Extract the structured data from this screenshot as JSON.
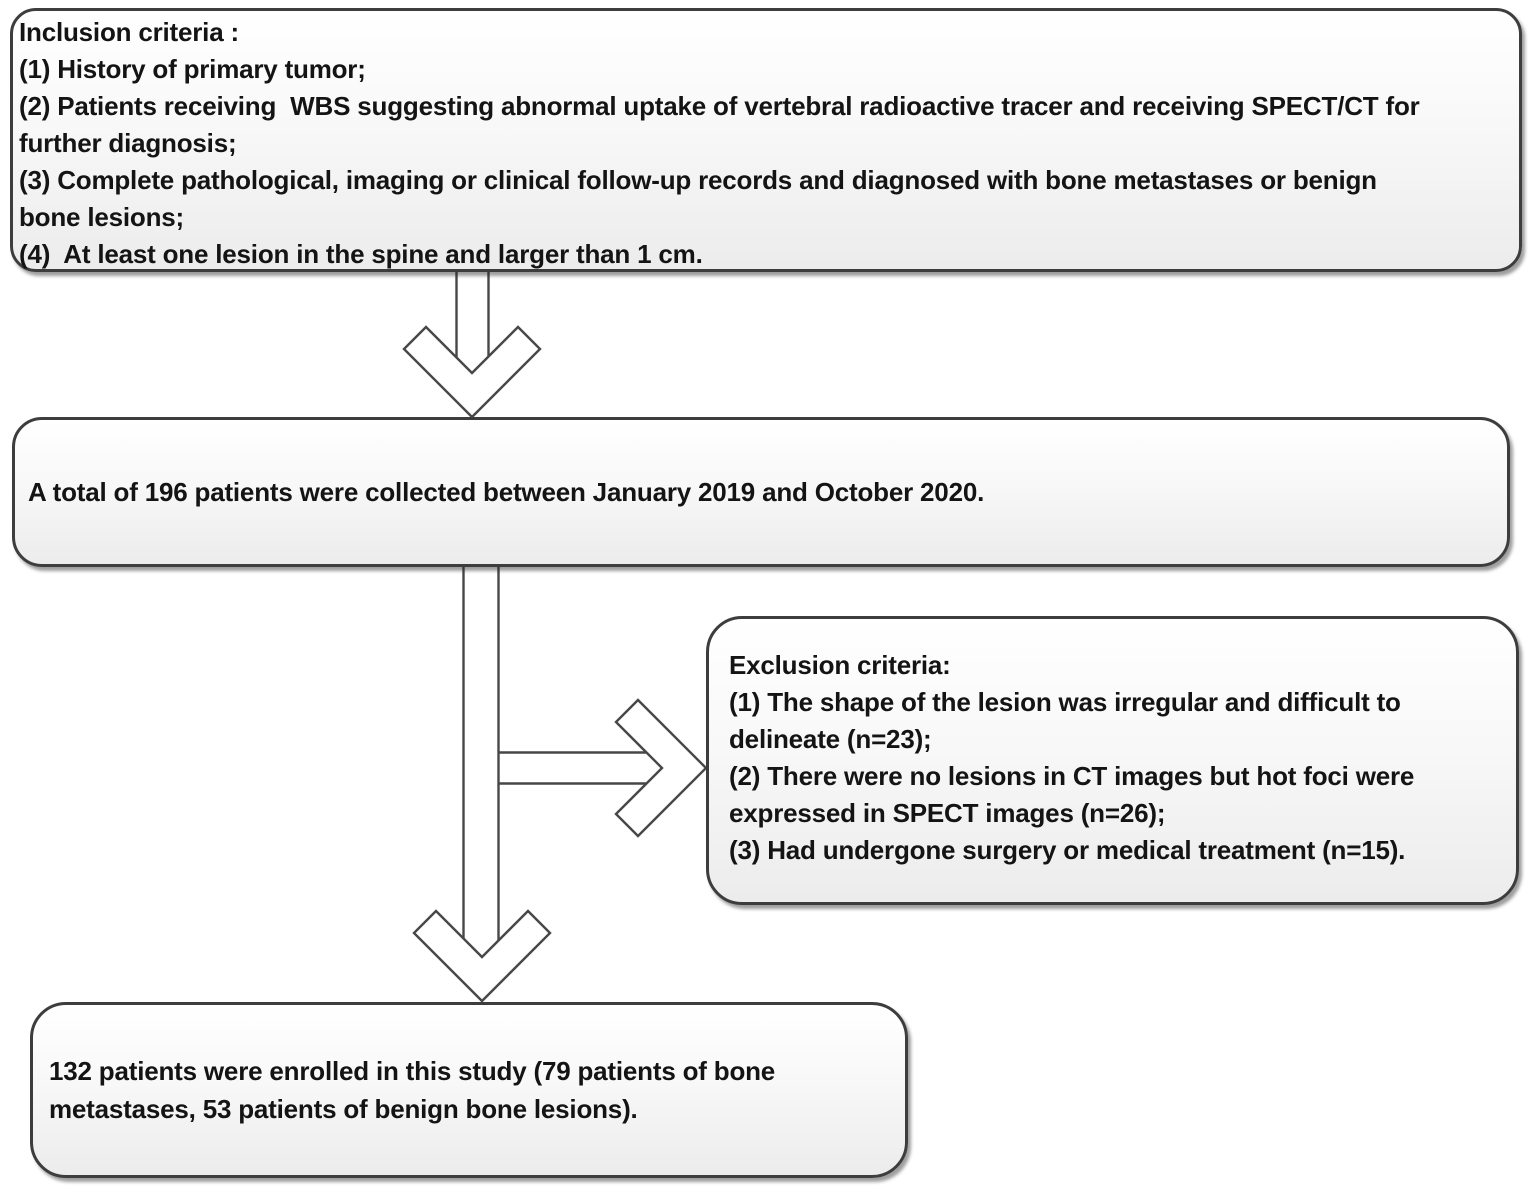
{
  "figure": {
    "kind": "patient-selection-flowchart",
    "background": "#ffffff"
  },
  "style": {
    "box_border_color": "#3d3d3d",
    "box_fill_top": "#ffffff",
    "box_fill_bottom": "#ececec",
    "arrow_color": "#474747",
    "text_color": "#141414"
  },
  "boxes": {
    "inclusion": {
      "lines": [
        "Inclusion criteria :",
        "(1) History of primary tumor;",
        "(2) Patients receiving  WBS suggesting abnormal uptake of vertebral radioactive tracer and receiving SPECT/CT for",
        "further diagnosis;",
        "(3) Complete pathological, imaging or clinical follow-up records and diagnosed with bone metastases or benign",
        "bone lesions;",
        "(4)  At least one lesion in the spine and larger than 1 cm."
      ]
    },
    "cohort": {
      "text": "A total of 196 patients were collected between January 2019 and October 2020."
    },
    "exclusion": {
      "lines": [
        "Exclusion criteria:",
        "(1) The shape of the lesion was irregular and difficult to",
        "delineate (n=23);",
        "(2) There were no lesions in CT images but hot foci were",
        "expressed in SPECT images (n=26);",
        "(3) Had undergone surgery or medical treatment (n=15)."
      ]
    },
    "enrolled": {
      "lines": [
        "132 patients were enrolled in this study (79 patients of bone",
        "metastases, 53 patients of benign bone lesions)."
      ]
    }
  },
  "numbers": {
    "total_collected_patients": 196,
    "enrolled_patients": 132,
    "bone_metastases_patients": 79,
    "benign_bone_lesion_patients": 53,
    "excluded_irregular_shape": 23,
    "excluded_no_ct_lesions": 26,
    "excluded_prior_treatment": 15
  },
  "arrows": [
    {
      "name": "arrow-inclusion-to-cohort",
      "direction": "down"
    },
    {
      "name": "arrow-cohort-to-enrolled",
      "direction": "down"
    },
    {
      "name": "arrow-branch-to-exclusion",
      "direction": "right"
    }
  ]
}
